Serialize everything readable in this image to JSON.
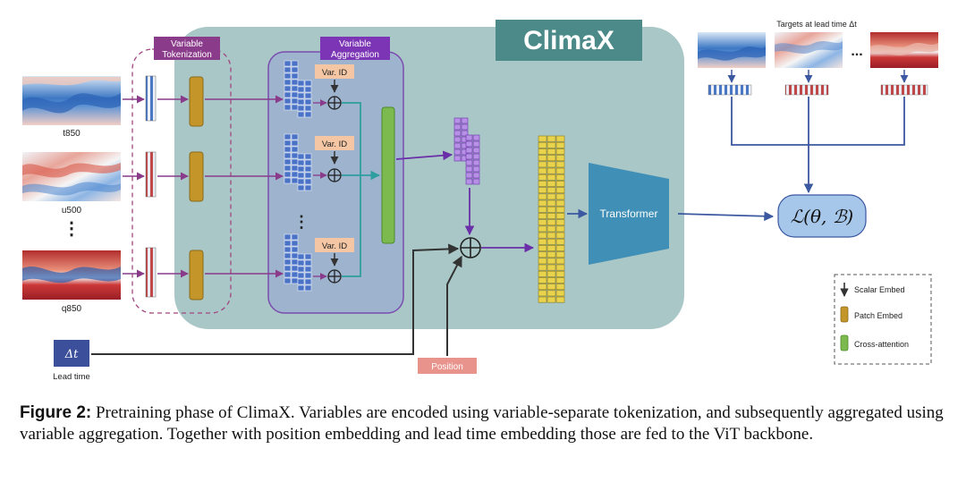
{
  "figure": {
    "title": "ClimaX",
    "var_tokenization": {
      "line1": "Variable",
      "line2": "Tokenization"
    },
    "var_aggregation": {
      "line1": "Variable",
      "line2": "Aggregation"
    },
    "var_id_label": "Var. ID",
    "inputs": [
      {
        "label": "t850"
      },
      {
        "label": "u500"
      },
      {
        "label": "q850"
      }
    ],
    "ellipsis": "⋮",
    "lead_time": {
      "symbol": "Δt",
      "label": "Lead time"
    },
    "position_label": "Position",
    "transformer_label": "Transformer",
    "loss_label": "ℒ(θ, ℬ)",
    "targets_title": "Targets at lead time Δt",
    "targets_ellipsis": "...",
    "legend": [
      {
        "label": "Scalar Embed",
        "kind": "arrow"
      },
      {
        "label": "Patch Embed",
        "kind": "patch",
        "color": "#c4962a"
      },
      {
        "label": "Cross-attention",
        "kind": "cross",
        "color": "#7cba4f"
      }
    ],
    "colors": {
      "climax_bg": "#a9c7c7",
      "title_box": "#4c8a8a",
      "var_label_bg": "#8a3b8a",
      "agg_box": "#9db3ce",
      "agg_border": "#7c4caf",
      "patch": "#c4962a",
      "cross_attention": "#7cba4f",
      "token_blue": "#4a72c6",
      "token_purple": "#b791e6",
      "token_yellow": "#e9d24c",
      "transformer": "#3f8fb6",
      "loss_box": "#a6c7ea",
      "var_id_bg": "#f5c6a3",
      "position_bg": "#e8938c",
      "lead_time_bg": "#3c4f9a",
      "arrow_purple": "#8a3b8a",
      "arrow_teal": "#2f9e9e",
      "arrow_navy": "#3b58a0"
    }
  },
  "caption": {
    "label": "Figure 2:",
    "text": "Pretraining phase of ClimaX. Variables are encoded using variable-separate tokenization, and subsequently aggregated using variable aggregation. Together with position embedding and lead time embedding those are fed to the ViT backbone."
  }
}
